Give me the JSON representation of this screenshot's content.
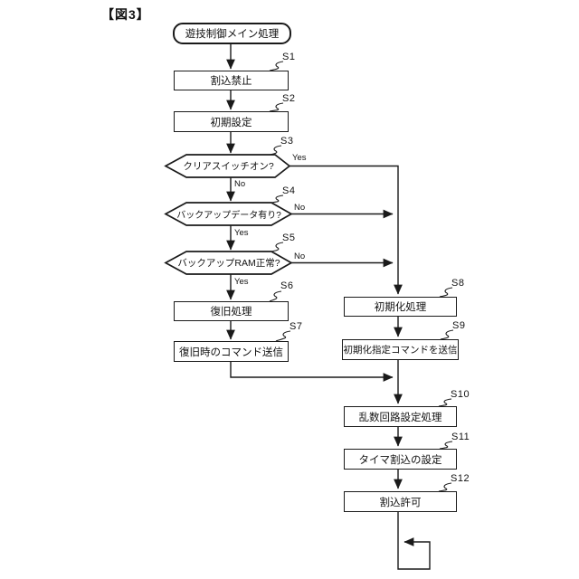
{
  "figure_label": "【図3】",
  "flowchart": {
    "start": {
      "label": "遊技制御メイン処理"
    },
    "steps": [
      {
        "id": "S1",
        "label": "割込禁止",
        "type": "process"
      },
      {
        "id": "S2",
        "label": "初期設定",
        "type": "process"
      },
      {
        "id": "S3",
        "label": "クリアスイッチオン?",
        "type": "decision",
        "yes_label": "Yes",
        "no_label": "No"
      },
      {
        "id": "S4",
        "label": "バックアップデータ有り?",
        "type": "decision",
        "yes_label": "Yes",
        "no_label": "No"
      },
      {
        "id": "S5",
        "label": "バックアップRAM正常?",
        "type": "decision",
        "yes_label": "Yes",
        "no_label": "No"
      },
      {
        "id": "S6",
        "label": "復旧処理",
        "type": "process"
      },
      {
        "id": "S7",
        "label": "復旧時のコマンド送信",
        "type": "process"
      },
      {
        "id": "S8",
        "label": "初期化処理",
        "type": "process"
      },
      {
        "id": "S9",
        "label": "初期化指定コマンドを送信",
        "type": "process"
      },
      {
        "id": "S10",
        "label": "乱数回路設定処理",
        "type": "process"
      },
      {
        "id": "S11",
        "label": "タイマ割込の設定",
        "type": "process"
      },
      {
        "id": "S12",
        "label": "割込許可",
        "type": "process"
      }
    ],
    "colors": {
      "stroke": "#1a1a1a",
      "background": "#ffffff"
    }
  }
}
